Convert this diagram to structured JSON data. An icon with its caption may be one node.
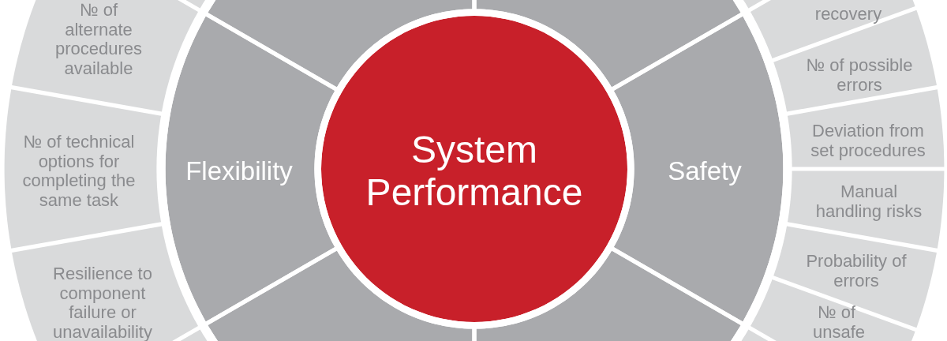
{
  "diagram": {
    "nodes": [
      {
        "text": [
          "System Performance"
        ]
      },
      {
        "text": [
          "Flexibility"
        ]
      },
      {
        "text": [
          "Safety"
        ]
      },
      {
        "text": [],
        "shape": "sector"
      },
      {
        "text": [],
        "shape": "sector"
      },
      {
        "text": [],
        "shape": "sector"
      },
      {
        "text": [],
        "shape": "sector"
      },
      {
        "text": [
          "№ of alternate procedures available"
        ]
      },
      {
        "text": [
          "№ of technical options for completing the same task"
        ]
      },
      {
        "text": [
          "Resilience to component failure or unavailability"
        ]
      },
      {
        "text": [
          "recovery"
        ]
      },
      {
        "text": [
          "№ of possible errors"
        ]
      },
      {
        "text": [
          "Deviation from set procedures"
        ]
      },
      {
        "text": [
          "Manual handling risks"
        ]
      },
      {
        "text": [
          "Probability of errors"
        ]
      },
      {
        "text": [
          "№ of unsafe"
        ]
      },
      {
        "text": [],
        "shape": "sector"
      },
      {
        "text": [],
        "shape": "sector"
      },
      {
        "text": [],
        "shape": "sector"
      },
      {
        "text": [],
        "shape": "sector"
      }
    ],
    "edges": []
  }
}
